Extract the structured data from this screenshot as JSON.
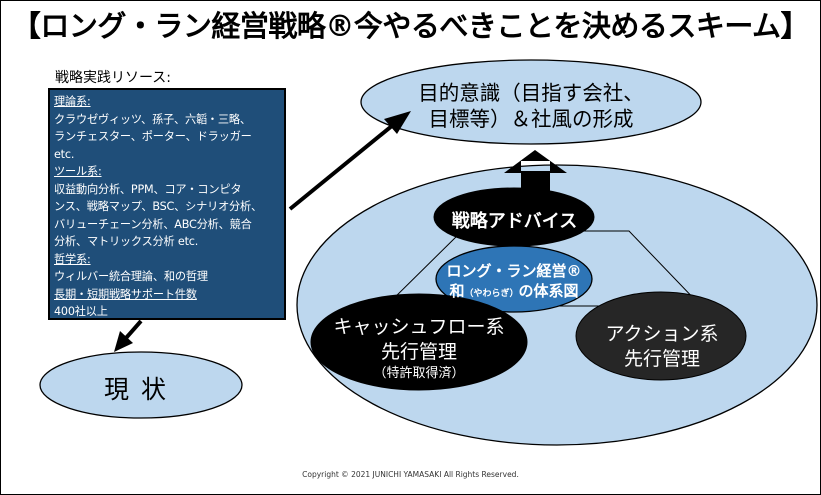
{
  "title": "【ロング・ラン経営戦略®今やるべきことを決めるスキーム】",
  "resources": {
    "heading": "戦略実践リソース:",
    "lines": [
      {
        "text": "理論系:",
        "underline": true
      },
      {
        "text": "クラウゼヴィッツ、孫子、六韜・三略、",
        "underline": false
      },
      {
        "text": "ランチェスター、ポーター、ドラッガー",
        "underline": false
      },
      {
        "text": "etc.",
        "underline": false
      },
      {
        "text": "ツール系:",
        "underline": true
      },
      {
        "text": "収益動向分析、PPM、コア・コンピタ",
        "underline": false
      },
      {
        "text": "ンス、戦略マップ、BSC、シナリオ分析、",
        "underline": false
      },
      {
        "text": "バリューチェーン分析、ABC分析、競合",
        "underline": false
      },
      {
        "text": "分析、マトリックス分析 etc.",
        "underline": false
      },
      {
        "text": "哲学系:",
        "underline": true
      },
      {
        "text": "ウィルバー統合理論、和の哲理",
        "underline": false
      },
      {
        "text": "長期・短期戦略サポート件数",
        "underline": true
      },
      {
        "text": "400社以上",
        "underline": false
      }
    ]
  },
  "goal": {
    "line1": "目的意識（目指す会社、",
    "line2": "目標等）＆社風の形成"
  },
  "advice": "戦略アドバイス",
  "center": {
    "line1": "ロング・ラン経営®",
    "line2_prefix": "和",
    "line2_ruby": "（やわらぎ）",
    "line2_suffix": "の体系図"
  },
  "cashflow": {
    "line1": "キャッシュフロー系",
    "line2": "先行管理",
    "line3": "（特許取得済）"
  },
  "action": {
    "line1": "アクション系",
    "line2": "先行管理"
  },
  "current": "現状",
  "copyright": "Copyright © 2021 JUNICHI YAMASAKI All Rights Reserved.",
  "colors": {
    "resource_box": "#1f4e79",
    "light_ellipse": "#bdd7ee",
    "center_ellipse": "#2e75b6",
    "dark_ellipse": "#000000",
    "action_ellipse": "#262626"
  }
}
